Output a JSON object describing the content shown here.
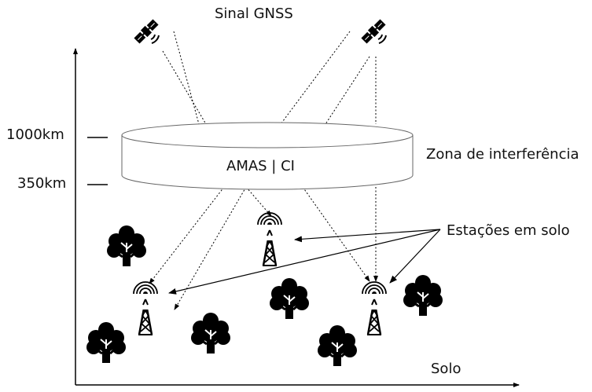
{
  "labels": {
    "signal": "Sinal GNSS",
    "altitude_high": "1000km",
    "altitude_low": "350km",
    "interference_zone": "Zona de interferência",
    "layer_label": "AMAS | CI",
    "ground_stations": "Estações em solo",
    "ground": "Solo"
  },
  "icons": [
    "satellite-icon",
    "tree-icon",
    "radio-tower-icon"
  ],
  "colors": {
    "stroke": "#000000",
    "fill": "#ffffff",
    "text": "#111111"
  }
}
